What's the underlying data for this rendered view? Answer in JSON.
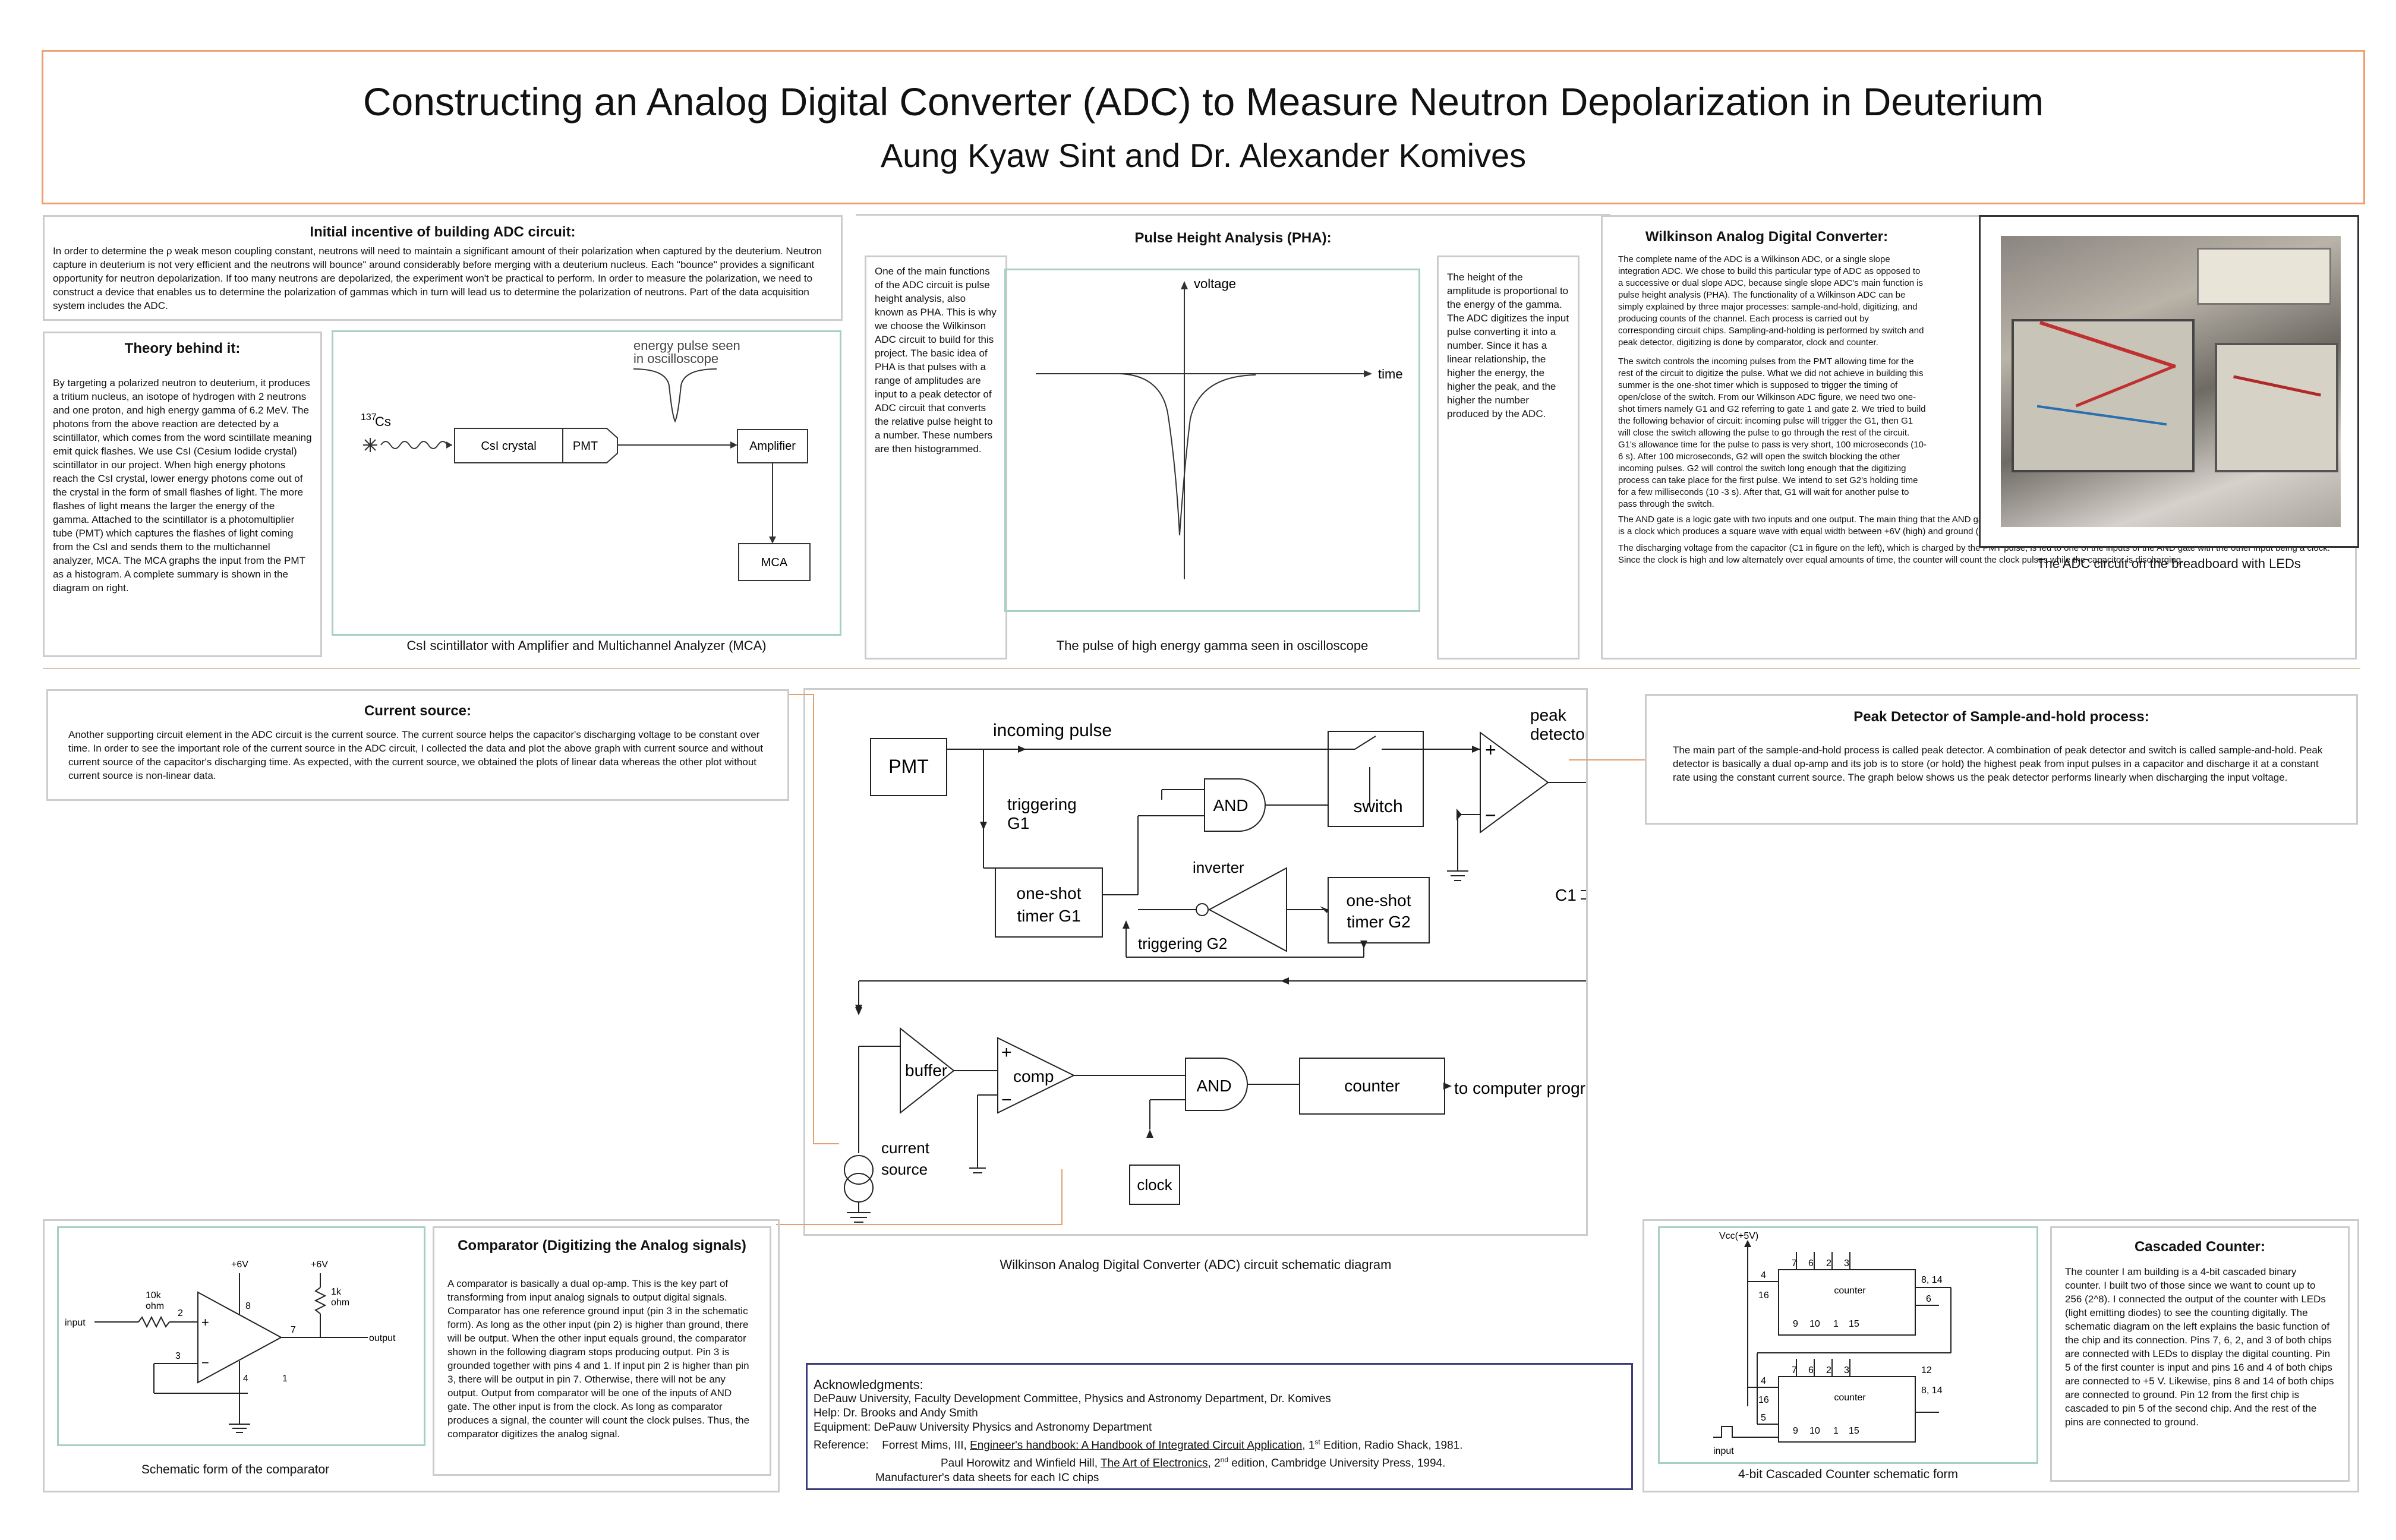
{
  "header": {
    "title": "Constructing an Analog Digital Converter (ADC) to Measure Neutron Depolarization in Deuterium",
    "authors": "Aung Kyaw Sint and Dr. Alexander Komives"
  },
  "incentive": {
    "title": "Initial incentive of building ADC circuit:",
    "body": "In order to determine the ρ weak meson coupling constant, neutrons will need to maintain a significant amount of their polarization when captured by the deuterium. Neutron capture in deuterium is not very efficient and the neutrons will bounce\" around considerably before merging with a deuterium nucleus. Each \"bounce\" provides a significant opportunity for neutron depolarization. If too many neutrons are depolarized, the experiment won't be practical to perform.  In order to measure the polarization, we need to construct a device that enables us to determine the polarization of gammas which in turn will lead us to determine the polarization of neutrons.  Part of the data acquisition system includes the ADC."
  },
  "theory": {
    "title": "Theory behind it:",
    "body": "By targeting a polarized neutron to deuterium, it produces a tritium nucleus, an isotope of hydrogen with 2 neutrons and one proton, and high energy gamma of 6.2 MeV. The photons from the above reaction are detected by a scintillator, which comes from the word scintillate meaning emit quick flashes.  We use CsI (Cesium Iodide crystal) scintillator in our project.  When high energy photons reach the CsI crystal, lower energy photons come out of the crystal in the form of small flashes of light. The more flashes of light means the larger the energy of the gamma. Attached to the scintillator is a photomultiplier tube (PMT) which captures the flashes of light coming from the CsI and sends them to the multichannel analyzer, MCA.  The MCA graphs the input from the PMT as a histogram.  A complete summary is shown in the diagram on right."
  },
  "csi_diagram": {
    "caption": "CsI scintillator with Amplifier and Multichannel Analyzer (MCA)",
    "energy_label_1": "energy pulse seen",
    "energy_label_2": "in oscilloscope",
    "source_mass": "137",
    "source_elem": "Cs",
    "crystal": "CsI crystal",
    "pmt": "PMT",
    "amplifier": "Amplifier",
    "mca": "MCA"
  },
  "pha": {
    "title": "Pulse Height Analysis (PHA):",
    "left_text": "One of the main functions of the ADC circuit is pulse height analysis, also known as PHA. This is why we choose the Wilkinson ADC circuit to build for this project.  The basic idea of PHA is that pulses with a range of amplitudes are input to a peak detector of ADC circuit that converts the relative pulse height to a number. These numbers are then histogrammed.",
    "right_text": "The height of the amplitude is proportional to the energy of the gamma. The ADC digitizes the input pulse converting it into a number.  Since it has a linear relationship, the higher the energy, the higher the peak, and the higher the number produced by the ADC.",
    "graph_voltage": "voltage",
    "graph_time": "time",
    "caption": "The pulse of high energy gamma seen in oscilloscope"
  },
  "wilkinson": {
    "title": "Wilkinson Analog Digital Converter:",
    "p1": "The complete name of the ADC is a Wilkinson ADC, or a single slope integration ADC.  We chose to build this particular type of ADC as opposed to a successive or dual slope ADC, because single slope ADC's main function is pulse height analysis (PHA). The functionality of a Wilkinson ADC can be simply explained by three major processes: sample-and-hold, digitizing, and producing counts of the channel.  Each process is carried out by corresponding circuit chips.  Sampling-and-holding is performed by switch and peak detector, digitizing is done by comparator, clock and counter.",
    "p2": "The switch controls the incoming pulses from the PMT allowing time for the rest of the circuit to digitize the pulse.  What we did not achieve in building this summer is the one-shot timer which is supposed to trigger the timing of open/close of the switch.  From our Wilkinson ADC figure, we need two one-shot timers namely G1 and G2 referring to gate 1 and gate 2.  We tried to build the following behavior of circuit: incoming pulse will trigger the G1, then G1 will close the switch allowing the pulse to go through the rest of the circuit.  G1's allowance time for the pulse to pass is very short, 100 microseconds (10-6 s).  After 100 microseconds, G2 will open the switch blocking the other incoming pulses.  G2 will control the switch long enough that the digitizing process can take place for the first pulse.  We intend to set G2's holding time for a few milliseconds (10 -3 s).  After that, G1 will wait for another pulse to pass through the switch.",
    "p3": "The AND gate is a logic gate with two inputs and one output.  The main thing that the AND gate does is allow the counter to count the clock signals.  One of the two inputs of AND gate is a clock which produces a square wave with equal width between +6V (high) and ground (low).",
    "p4": "The discharging voltage from the capacitor (C1 in figure on the left), which is charged by the PMT pulse, is fed to one of the inputs of the AND gate with the other input being a clock.  Since the clock is high and low alternately over equal amounts of time, the counter will count the clock pulses while the capacitor is discharging."
  },
  "photo": {
    "caption": "The ADC circuit on the breadboard with LEDs"
  },
  "current_source": {
    "title": "Current source:",
    "body": "Another supporting circuit element in the ADC circuit is the current source.  The current source helps the capacitor's discharging voltage to be constant over time.  In order to see the important role of the current source in the ADC circuit, I collected the data and plot the above graph with current source and without current source of the capacitor's discharging time.  As expected, with the current source, we obtained the plots of linear data whereas the other plot without current source is non-linear data."
  },
  "schematic": {
    "caption": "Wilkinson Analog Digital Converter (ADC) circuit schematic diagram",
    "pmt": "PMT",
    "incoming_pulse": "incoming pulse",
    "peak_detector_1": "peak",
    "peak_detector_2": "detector",
    "triggering_g1_1": "triggering",
    "triggering_g1_2": "G1",
    "and_top": "AND",
    "switch": "switch",
    "inverter": "inverter",
    "one_shot_g1_1": "one-shot",
    "one_shot_g1_2": "timer G1",
    "one_shot_g2_1": "one-shot",
    "one_shot_g2_2": "timer G2",
    "triggering_g2": "triggering G2",
    "c1": "C1",
    "buffer": "buffer",
    "comp": "comp",
    "and_bottom": "AND",
    "counter": "counter",
    "to_computer": "to computer program",
    "current_source_1": "current",
    "current_source_2": "source",
    "clock": "clock",
    "plus": "+",
    "minus": "−"
  },
  "peak_detector": {
    "title": "Peak Detector of Sample-and-hold process:",
    "body": "The main part of the sample-and-hold process is called peak detector.  A combination of peak detector and switch is called sample-and-hold.  Peak detector is basically a dual op-amp and its job is to store (or hold) the highest peak from input pulses in a capacitor and discharge it at a constant rate using the constant current source.  The graph below shows us the peak detector performs linearly when discharging the input voltage."
  },
  "comparator": {
    "title": "Comparator (Digitizing the Analog signals)",
    "body": "A comparator is basically a dual op-amp.  This is the key part of transforming from input analog signals to output digital signals.  Comparator has one reference ground input (pin 3 in the schematic form).  As long as the other input (pin 2) is higher than ground, there will be output.  When the other input equals ground, the comparator shown in the following diagram stops producing output. Pin 3 is grounded together with pins 4 and 1.  If input pin 2 is higher than pin 3, there will be output in pin 7.  Otherwise, there will not be any output.  Output from comparator will be one of the inputs of AND gate.  The other input is from the clock.  As long as comparator produces a signal, the counter will count the clock pulses.  Thus, the comparator digitizes the analog signal.",
    "caption": "Schematic form of the comparator",
    "v6a": "+6V",
    "v6b": "+6V",
    "r10k_1": "10k",
    "r10k_2": "ohm",
    "r1k_1": "1k",
    "r1k_2": "ohm",
    "input": "input",
    "output": "output",
    "pin2": "2",
    "pin3": "3",
    "pin8": "8",
    "pin4": "4",
    "pin1": "1",
    "pin7": "7"
  },
  "ack": {
    "title": "Acknowledgments:",
    "line1": "DePauw University, Faculty Development Committee, Physics and Astronomy Department, Dr. Komives",
    "line2": "Help: Dr. Brooks and Andy Smith",
    "line3": "Equipment: DePauw University Physics and Astronomy Department",
    "ref_label": "Reference:",
    "ref1_author": "Forrest Mims, III, ",
    "ref1_title": "Engineer's handbook: A Handbook of Integrated Circuit Application",
    "ref1_ed_pre": ", 1",
    "ref1_sup": "st",
    "ref1_rest": " Edition, Radio Shack, 1981.",
    "ref2_author": "Paul Horowitz and Winfield Hill, ",
    "ref2_title": "The Art of Electronics",
    "ref2_ed_pre": ", 2",
    "ref2_sup": "nd",
    "ref2_rest": " edition, Cambridge University Press, 1994.",
    "ref3": "Manufacturer's data sheets for each IC chips"
  },
  "counter_diagram": {
    "caption": "4-bit Cascaded Counter schematic form",
    "vcc": "Vcc(+5V)",
    "counter_a": "counter",
    "counter_b": "counter",
    "input": "input",
    "p7a": "7",
    "p6a": "6",
    "p2a": "2",
    "p3a": "3",
    "p4a": "4",
    "p16a": "16",
    "p814a": "8, 14",
    "p6r": "6",
    "p9a": "9",
    "p10a": "10",
    "p1a": "1",
    "p15a": "15",
    "p7b": "7",
    "p6b": "6",
    "p2b": "2",
    "p3b": "3",
    "p4b": "4",
    "p16b": "16",
    "p12b": "12",
    "p814b": "8, 14",
    "p5b": "5",
    "p9b": "9",
    "p10b": "10",
    "p1b": "1",
    "p15b": "15"
  },
  "cascaded": {
    "title": "Cascaded Counter:",
    "body": "The counter I am building is a 4-bit cascaded binary counter.  I built two of those since we want to count up to 256 (2^8).  I connected the output of the counter with LEDs (light emitting diodes) to see the counting digitally. The schematic diagram on the left explains the basic function of the chip and its connection.  Pins 7, 6, 2, and 3 of both chips are connected with LEDs to display the digital counting.  Pin 5 of the first counter is input and pins 16 and 4 of both chips are connected to +5 V.  Likewise, pins 8 and 14 of both chips are connected to ground.  Pin 12 from the first chip is cascaded to pin 5 of the second chip.  And the rest of the pins are connected to ground."
  }
}
